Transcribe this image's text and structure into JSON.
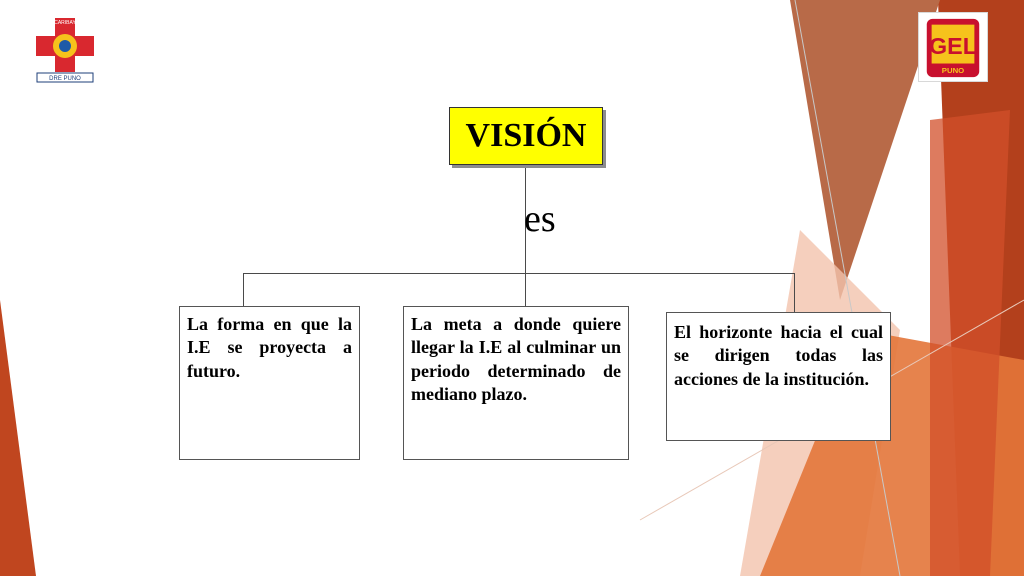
{
  "diagram": {
    "title": "VISIÓN",
    "verb": "es",
    "definitions": [
      "La forma en que la I.E se proyecta a futuro.",
      "La meta a donde quiere llegar la I.E al culminar un periodo determinado de mediano plazo.",
      "El horizonte hacia el cual se dirigen todas las acciones de la institución."
    ]
  },
  "logos": {
    "left_top_text": "CARIBAY",
    "left_bottom_text": "DRE PUNO",
    "right_main_text": "GEL",
    "right_sub_text": "PUNO"
  },
  "colors": {
    "title_fill": "#ffff00",
    "accent_dark": "#b3401c",
    "accent_orange": "#e06a2c",
    "accent_light": "#f0b49a",
    "logo_red": "#d9282f"
  }
}
